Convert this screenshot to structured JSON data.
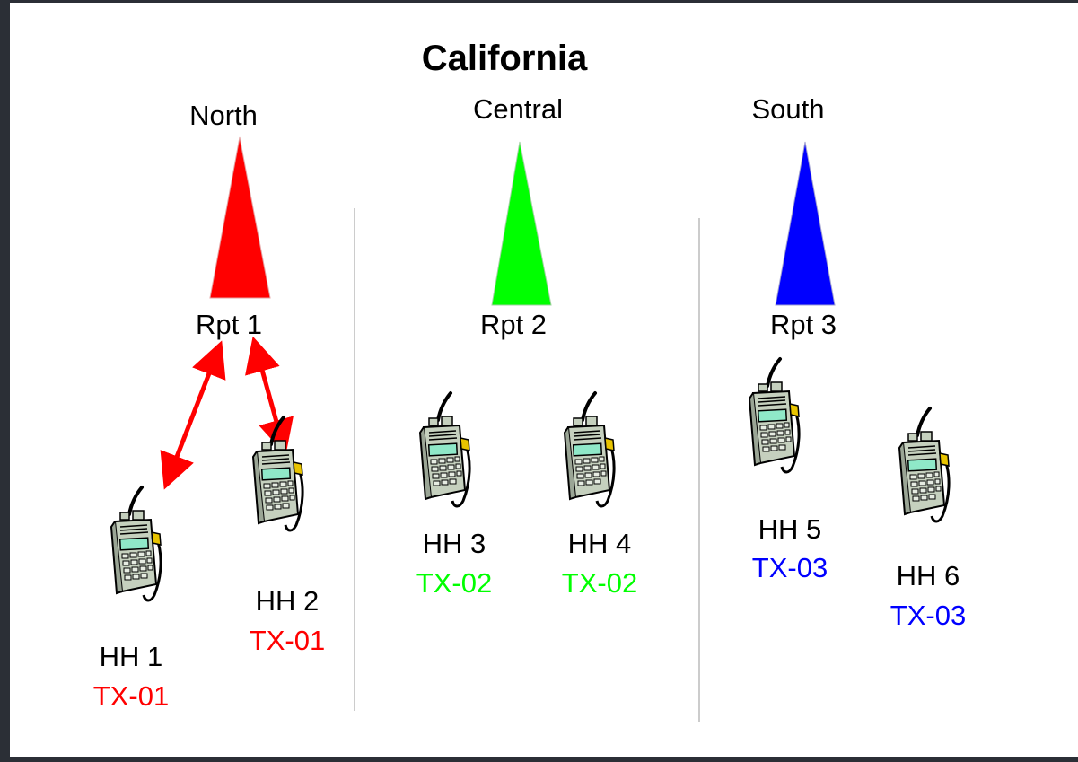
{
  "title": "California",
  "colors": {
    "north": "#ff0000",
    "central": "#00ff00",
    "south": "#0000ff",
    "divider": "#cccccc",
    "radio_body": "#c5d0be"
  },
  "regions": [
    {
      "name": "North",
      "repeater": "Rpt 1"
    },
    {
      "name": "Central",
      "repeater": "Rpt 2"
    },
    {
      "name": "South",
      "repeater": "Rpt 3"
    }
  ],
  "handhelds": [
    {
      "name": "HH 1",
      "tx": "TX-01",
      "icon": "handheld-radio-icon"
    },
    {
      "name": "HH 2",
      "tx": "TX-01",
      "icon": "handheld-radio-icon"
    },
    {
      "name": "HH 3",
      "tx": "TX-02",
      "icon": "handheld-radio-icon"
    },
    {
      "name": "HH 4",
      "tx": "TX-02",
      "icon": "handheld-radio-icon"
    },
    {
      "name": "HH 5",
      "tx": "TX-03",
      "icon": "handheld-radio-icon"
    },
    {
      "name": "HH 6",
      "tx": "TX-03",
      "icon": "handheld-radio-icon"
    }
  ]
}
